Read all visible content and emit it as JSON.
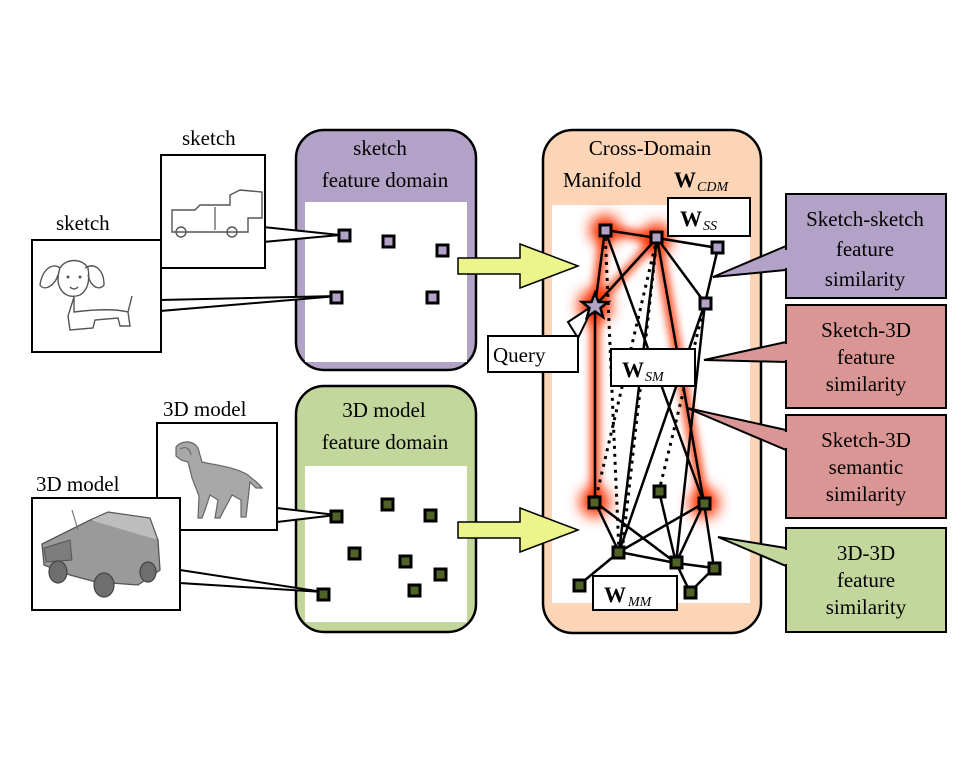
{
  "labels": {
    "sketch_top": "sketch",
    "sketch_left": "sketch",
    "model_top": "3D model",
    "model_left": "3D model",
    "query": "Query"
  },
  "domains": {
    "sketch_line1": "sketch",
    "sketch_line2": "feature domain",
    "model_line1": "3D model",
    "model_line2": "feature domain"
  },
  "manifold": {
    "line1": "Cross-Domain",
    "line2": "Manifold",
    "w_main": "W",
    "w_sub": "CDM"
  },
  "weights": {
    "ss_main": "W",
    "ss_sub": "SS",
    "sm_main": "W",
    "sm_sub": "SM",
    "mm_main": "W",
    "mm_sub": "MM"
  },
  "callouts": [
    {
      "id": "ss-feature",
      "lines": [
        "Sketch-sketch",
        "feature",
        "similarity"
      ],
      "color": "#b3a2c7"
    },
    {
      "id": "s3d-feature",
      "lines": [
        "Sketch-3D",
        "feature",
        "similarity"
      ],
      "color": "#d99694"
    },
    {
      "id": "s3d-semantic",
      "lines": [
        "Sketch-3D",
        "semantic",
        "similarity"
      ],
      "color": "#d99694"
    },
    {
      "id": "3d3d-feature",
      "lines": [
        "3D-3D",
        "feature",
        "similarity"
      ],
      "color": "#c3d69b"
    }
  ],
  "colors": {
    "sketch_domain": "#b3a2c7",
    "model_domain": "#c3d69b",
    "manifold_bg": "#fbd5b5",
    "sketch_node": "#b3a2c7",
    "model_node": "#4f6228",
    "glow": "#ff3300",
    "arrow": "#ecf58c"
  }
}
